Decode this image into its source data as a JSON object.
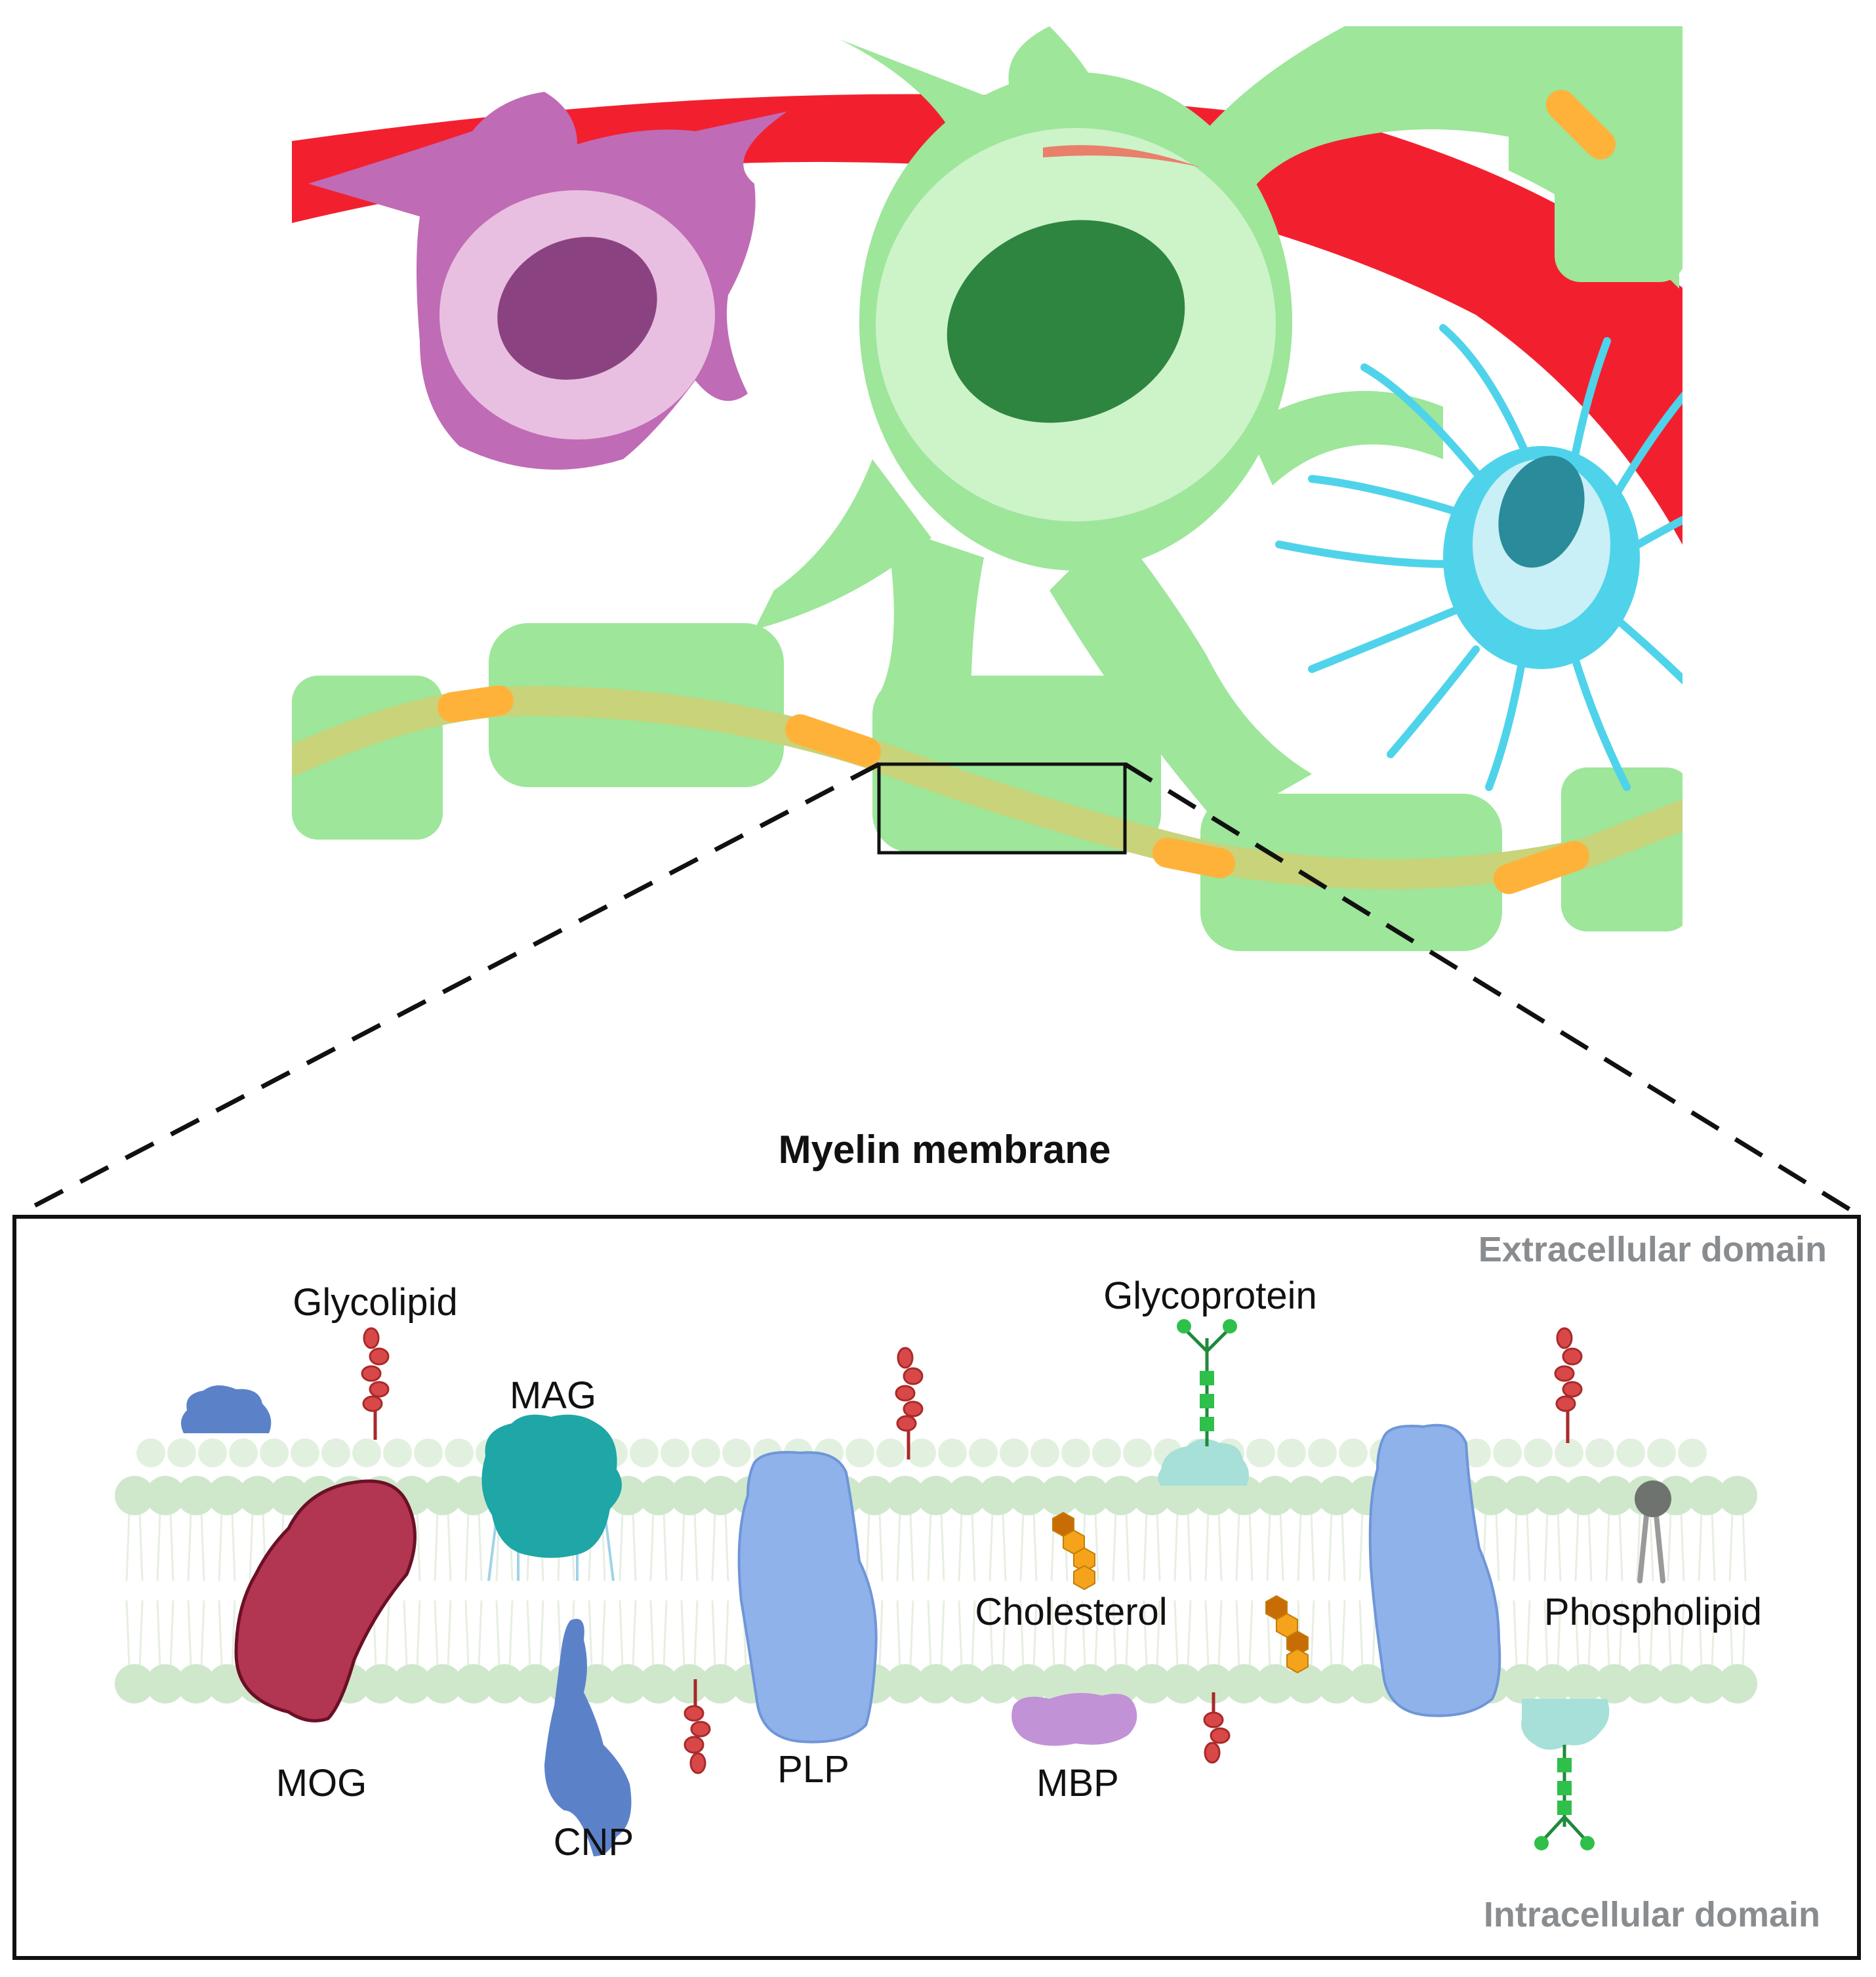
{
  "title": "Myelin membrane",
  "domains": {
    "extracellular": "Extracellular domain",
    "intracellular": "Intracellular domain"
  },
  "labels": {
    "glycolipid": "Glycolipid",
    "mag": "MAG",
    "mog": "MOG",
    "cnp": "CNP",
    "plp": "PLP",
    "glycoprotein": "Glycoprotein",
    "cholesterol": "Cholesterol",
    "mbp": "MBP",
    "phospholipid": "Phospholipid"
  },
  "colors": {
    "oligodendrocyte": "#9de69a",
    "oligodendrocyte_nucleus": "#2e8540",
    "blood_vessel": "#f2202f",
    "microglia": "#c06bb5",
    "astrocyte": "#4fd3ea",
    "axon": "#c8d37a",
    "node_of_ranvier": "#ffb23a",
    "membrane_bead": "#cfe8cc",
    "mog": "#b23552",
    "plp": "#8fb2ea",
    "mag": "#1fa6a6",
    "cnp": "#5b82c9",
    "mbp": "#c292d6",
    "glycolipid": "#d94848",
    "cholesterol": "#f5a31a",
    "glycan": "#2ec04a"
  }
}
